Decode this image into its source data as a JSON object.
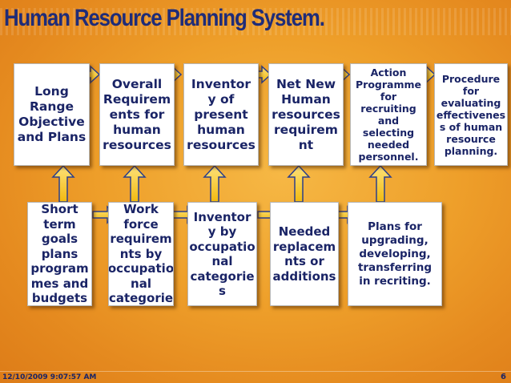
{
  "title": "Human Resource  Planning System.",
  "top_row": [
    "Long\nRange\nObjective\nand Plans",
    "Overall\nRequirem\nents for\nhuman\nresources",
    "Inventor\ny of\npresent\nhuman\nresources",
    "Net New\nHuman\nresources\nrequirem\nnt",
    "Action\nProgramme\nfor\nrecruiting\nand\nselecting\nneeded\npersonnel.",
    "Procedure\nfor\nevaluating\neffectivenes\ns of human\nresource\nplanning."
  ],
  "bottom_row": [
    "Short\nterm\ngoals\nplans\nprogram\nmes and\nbudgets",
    "Work\nforce\nrequirem\nnts by\noccupatio\nnal\ncategorie",
    "Inventor\ny by\noccupatio\nnal\ncategorie\ns",
    "Needed\nreplacem\nnts or\nadditions",
    "Plans for\nupgrading,\ndeveloping,\ntransferring\nin recriting."
  ],
  "footer": {
    "timestamp": "12/10/2009 9:07:57 AM",
    "page_number": "6"
  },
  "colors": {
    "title": "#1f2c78",
    "box_text": "#1a2466",
    "arrow_fill": "#f6c820",
    "arrow_stroke": "#2b3f8c",
    "background": "#ee9f2a"
  }
}
